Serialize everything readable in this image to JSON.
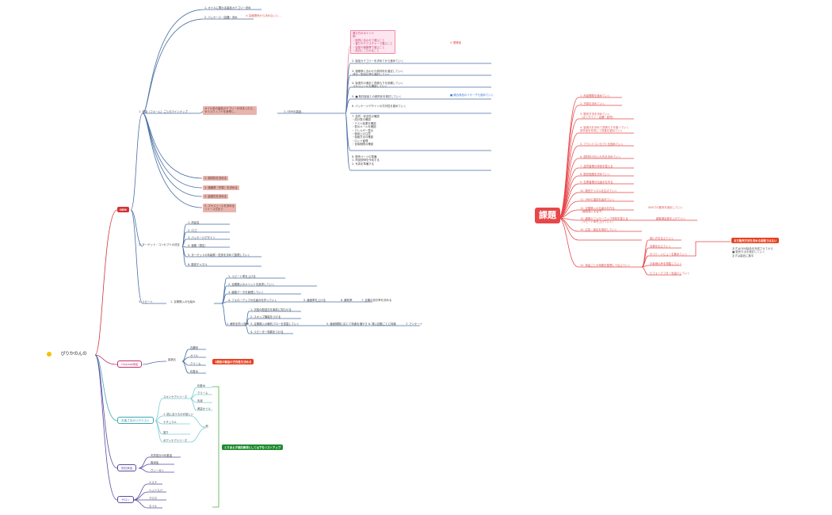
{
  "root": {
    "title": "ぴりかのんの",
    "dot_color": "#f2c200"
  },
  "oem": {
    "label": "OEM",
    "color": "#d13438",
    "top_items": [
      "1. オイルに関わる製品カテゴリー決め",
      "2. パッケージ（容器）決め"
    ],
    "pkg_note": "⊘ 容器関係から決めないと…",
    "sub1": {
      "label": "1. 商品（フォーム）ごとのラインナップ",
      "summary": "オイル系の製品カテゴリーが決まったら、\nセミスウィフトを参考に…",
      "theme": "1. OEMの製品…",
      "pink_note": "選び方のポイント\n例：\n・肌質に合わせて選ぶこと\n・香りやテクスチャーで選ぶこと\n・容量や価格帯で選ぶこと\n・成分にこだわること",
      "pink_badge": "⊘ 要確認",
      "lines": [
        "2. 製品カテゴリーを決めてから進めていく",
        "3. 価格帯に合わせた原材料を選定していく\n 成分・配合比率も検討していく",
        "4. 製造先の選定と見積もりを依頼していく\n スケジュールも確認していく",
        "5. ■ 既存製品との差別化を検討していく",
        "6. パッケージデザインの方向性を固めていく",
        "7. 品質・安全性の確認\n・成分表の確認\n・テスト結果を確認\n・表示ルールを確認\n・アレルギー表示\n・使用上の注意\n・保管方法の確認\n・ロット管理\n・賞味期限の確認",
        "8. 販売ページの準備\n1. 商品説明を作成する\n2. 写真を準備する"
      ],
      "blue_note": "■ 競合商品のリサーチも進めていく"
    },
    "sub1_boxes": [
      "2. 原材料を決める",
      "3. 価格帯（予算）を決める",
      "4. 製造先を決める",
      "5. スケジュールを決める\nリリース日まで"
    ],
    "sub2": {
      "label": "2. ターゲット・コンセプトの決定",
      "items": [
        "1. 商品名",
        "2. ロゴ",
        "3. パッケージデザイン",
        "4. 価格（想定）",
        "5. ターゲットの年齢層・性別を決めて整理していく",
        "6. 販売チャネル"
      ]
    },
    "sub3": {
      "label": "3. リピート",
      "sub": "1. 定期購入の仕組み",
      "items": [
        "1. リピート率を上げる",
        "2. 定期購入のメリットを訴求していく",
        "3. 顧客データを管理していく",
        "4. フォローアップの仕組みを作っていく"
      ],
      "chain": [
        "5. 継続率を上げる",
        "6. 解約率",
        "7. 定期の割引率を決める"
      ],
      "right_label": "2. 解約を防ぐ施策",
      "right_items": [
        "1. 次回の配送日を事前に知らせる",
        "2. スキップ機能をつける",
        "3. 定期購入の解約フローを見直していく",
        "4. リピーター特典をつける"
      ],
      "right_chain": [
        "5. 継続期間に応じて特典を増やす",
        "6. 購入回数ごとに特典",
        "7. アンケート"
      ]
    }
  },
  "original": {
    "label": "Original商品",
    "color": "#c0306a",
    "group": "製造元",
    "items": [
      "石鹸系",
      "オイル",
      "クリーム",
      "化粧水"
    ],
    "badge": "1期目の製品の方向性を決める"
  },
  "request": {
    "label": "お客さまのリクエスト",
    "color": "#3aa9b5",
    "groups": [
      {
        "label": "スキンケアシリーズ",
        "items": [
          "化粧水",
          "クリーム",
          "乳液",
          "美容オイル"
        ]
      },
      {
        "label": "1. 肌に合うものが欲しい",
        "items": []
      },
      {
        "label": "ナチュラル",
        "items": []
      },
      {
        "label": "香り",
        "items": []
      },
      {
        "label": "ボディケアシリーズ",
        "items": []
      }
    ],
    "connector": "…他",
    "badge": "とりあえず検討事項として以下をリストアップ",
    "badge_color": "#1e8a2e"
  },
  "other_products": {
    "label": "他社商品",
    "color": "#5a4aa0",
    "items": [
      "天然成分の化粧品",
      "無添加",
      "ヴィーガン"
    ]
  },
  "salon": {
    "label": "サロン",
    "color": "#5a4aa0",
    "items": [
      "エステ",
      "ヘッドスパ",
      "アロマ",
      "ネイル"
    ]
  },
  "issues": {
    "label": "課題",
    "color": "#e8474a",
    "items": [
      "1. 商品開発を進めていく",
      "2. 予算を決めていく",
      "3. 販売方法を決めていく\n（オンライン・店舗・卸売）",
      "4. 製造元を決めて見積もりを取っていく\n試作品を作成して改善を重ねていく",
      "5. ブランドコンセプトを固めていく",
      "6. 原材料の仕入れ先を決めていく",
      "7. 品質管理の体制を整える",
      "8. 販売価格を決めていく",
      "9. 在庫管理の仕組みを作る",
      "10. 販売チャネルを広げていく",
      "11. SNSの運用を始めていく",
      "12. 定期購入の仕組みを作る\n（継続購入を促す）",
      "13. 顧客のフォローアップ体制を整える\n（リピート率を上げていく）",
      "14. 広告・宣伝を検討していく"
    ],
    "side_notes": [
      "SNSでの販売を強化していく",
      "顧客満足度を上げていく"
    ],
    "lower_group": "15. 商品ごとの特徴を整理して伝えていく",
    "lower_items": [
      "使い方を伝えていく",
      "効果を伝えていく",
      "口コミ・レビューを集めていく",
      "お客様の声を掲載していく",
      "ビフォーアフターを紹介していく"
    ],
    "badge": "まだ販売方法を決める段階ではない",
    "badge_note": "まずはOEM製品を完成させてから\n■ 販売方法を検討していく\nまずは製品に集中"
  }
}
